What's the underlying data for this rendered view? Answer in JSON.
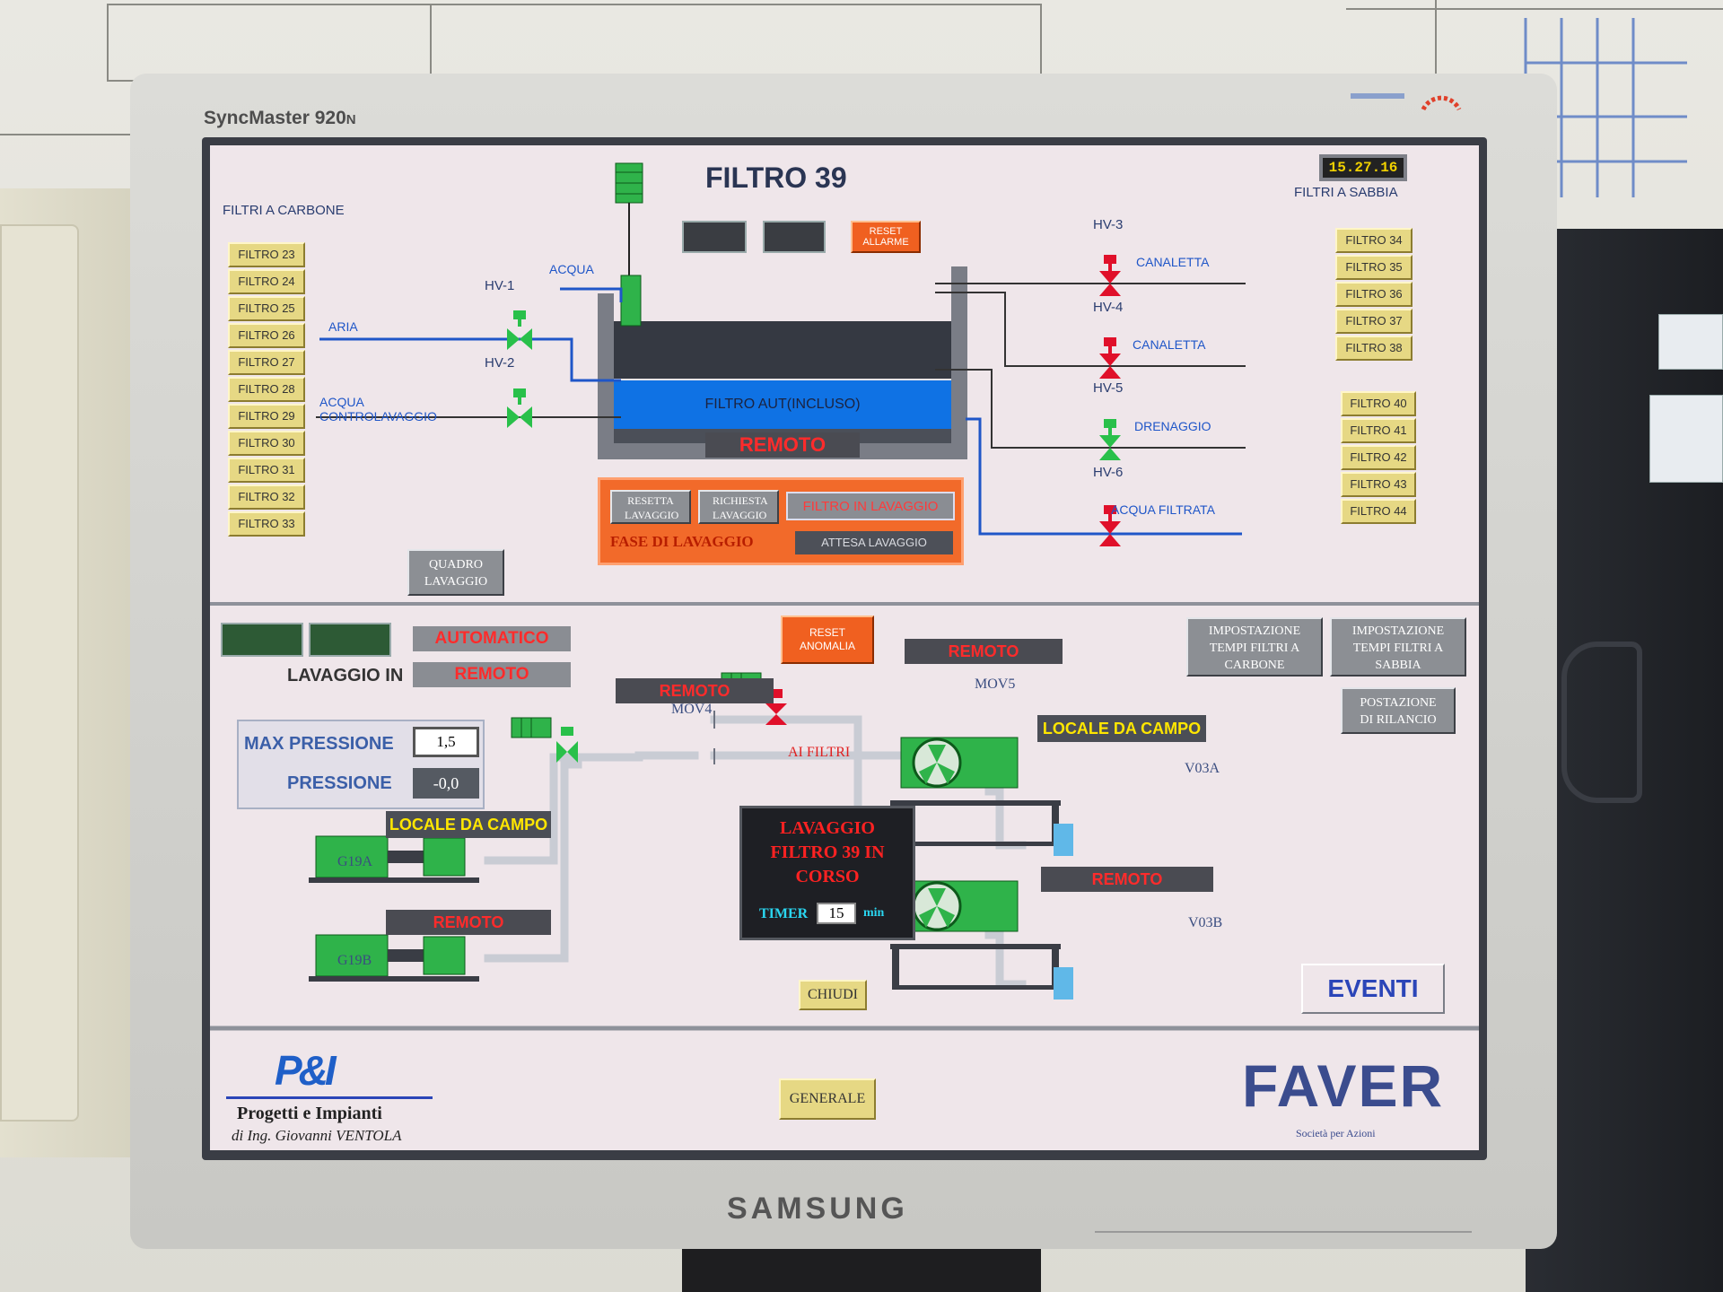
{
  "monitor": {
    "model": "SyncMaster 920",
    "model_suffix": "N",
    "brand": "SAMSUNG"
  },
  "header": {
    "title": "FILTRO 39",
    "clock": "15.27.16",
    "left_group_title": "FILTRI A CARBONE",
    "right_group_title": "FILTRI A SABBIA"
  },
  "carbon_filters": [
    "FILTRO 23",
    "FILTRO 24",
    "FILTRO 25",
    "FILTRO 26",
    "FILTRO 27",
    "FILTRO 28",
    "FILTRO 29",
    "FILTRO 30",
    "FILTRO 31",
    "FILTRO 32",
    "FILTRO 33"
  ],
  "sand_filters_top": [
    "FILTRO 34",
    "FILTRO 35",
    "FILTRO 36",
    "FILTRO 37",
    "FILTRO 38"
  ],
  "sand_filters_bottom": [
    "FILTRO 40",
    "FILTRO 41",
    "FILTRO 42",
    "FILTRO 43",
    "FILTRO 44"
  ],
  "top_controls": {
    "reset_allarme": "RESET ALLARME"
  },
  "tank": {
    "status": "FILTRO AUT(INCLUSO)",
    "mode": "REMOTO"
  },
  "valves": {
    "hv1": "HV-1",
    "hv2": "HV-2",
    "hv3": "HV-3",
    "hv4": "HV-4",
    "hv5": "HV-5",
    "hv6": "HV-6"
  },
  "lines": {
    "acqua": "ACQUA",
    "aria": "ARIA",
    "acqua_contro": "ACQUA",
    "contro": "CONTROLAVAGGIO",
    "canaletta1": "CANALETTA",
    "canaletta2": "CANALETTA",
    "drenaggio": "DRENAGGIO",
    "acqua_filtrata": "ACQUA FILTRATA"
  },
  "wash_panel": {
    "resetta": "RESETTA LAVAGGIO",
    "richiesta": "RICHIESTA LAVAGGIO",
    "in_lavaggio": "FILTRO IN LAVAGGIO",
    "fase_label": "FASE DI LAVAGGIO",
    "fase_value": "ATTESA LAVAGGIO"
  },
  "quadro_lavaggio": "QUADRO LAVAGGIO",
  "lower": {
    "mode_value": "AUTOMATICO",
    "lavaggio_in_label": "LAVAGGIO IN",
    "lavaggio_in_value": "REMOTO",
    "max_pressione_label": "MAX PRESSIONE",
    "max_pressione_value": "1,5",
    "pressione_label": "PRESSIONE",
    "pressione_value": "-0,0",
    "reset_anomalia": "RESET ANOMALIA",
    "mov4_status": "REMOTO",
    "mov4": "MOV4",
    "mov5_status": "REMOTO",
    "mov5": "MOV5",
    "ai_filtri": "AI FILTRI",
    "imp_carbone": "IMPOSTAZIONE TEMPI FILTRI A CARBONE",
    "imp_sabbia": "IMPOSTAZIONE TEMPI FILTRI A SABBIA",
    "postazione": "POSTAZIONE DI RILANCIO",
    "locale_left": "LOCALE DA CAMPO",
    "remoto_left": "REMOTO",
    "g19a": "G19A",
    "g19b": "G19B",
    "locale_right": "LOCALE DA CAMPO",
    "remoto_right": "REMOTO",
    "v03a": "V03A",
    "v03b": "V03B",
    "wash_msg": "LAVAGGIO FILTRO 39 IN CORSO",
    "timer_label": "TIMER",
    "timer_value": "15",
    "timer_unit": "min",
    "chiudi": "CHIUDI",
    "eventi": "EVENTI"
  },
  "footer": {
    "logo_text": "P&I",
    "company": "Progetti e Impianti",
    "engineer": "di Ing. Giovanni VENTOLA",
    "generale": "GENERALE",
    "faver": "FAVER",
    "faver_sub": "Società per Azioni"
  },
  "colors": {
    "pipe_blue": "#1f56c8",
    "pipe_grey": "#c9ccd4",
    "valve_red": "#e0102a",
    "valve_green": "#29c04a",
    "alarm_red": "#ff2b2b"
  }
}
